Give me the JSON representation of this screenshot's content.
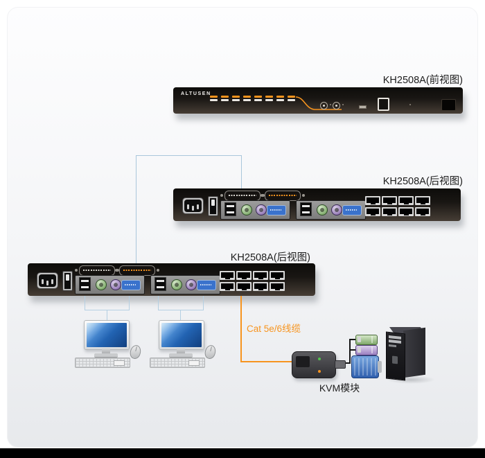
{
  "colors": {
    "cable_orange": "#f7941e",
    "chain_line_blue": "#a9c6db",
    "device_body_dark": "#17130f",
    "label_text": "#1c1c1c"
  },
  "labels": {
    "front_device": "KH2508A(前视图)",
    "middle_device": "KH2508A(后视图)",
    "bottom_device": "KH2508A(后视图)",
    "cable": "Cat 5e/6线缆",
    "kvm_module": "KVM模块"
  },
  "front_device": {
    "brand": "ALTUSEN",
    "port_led_pairs": 8
  },
  "rear_device": {
    "daisy_chain_connectors": 2,
    "console_groups": 2,
    "rj45_ports": 8
  },
  "scene": {
    "computers": 2,
    "servers": 1,
    "kvm_modules": 1
  }
}
